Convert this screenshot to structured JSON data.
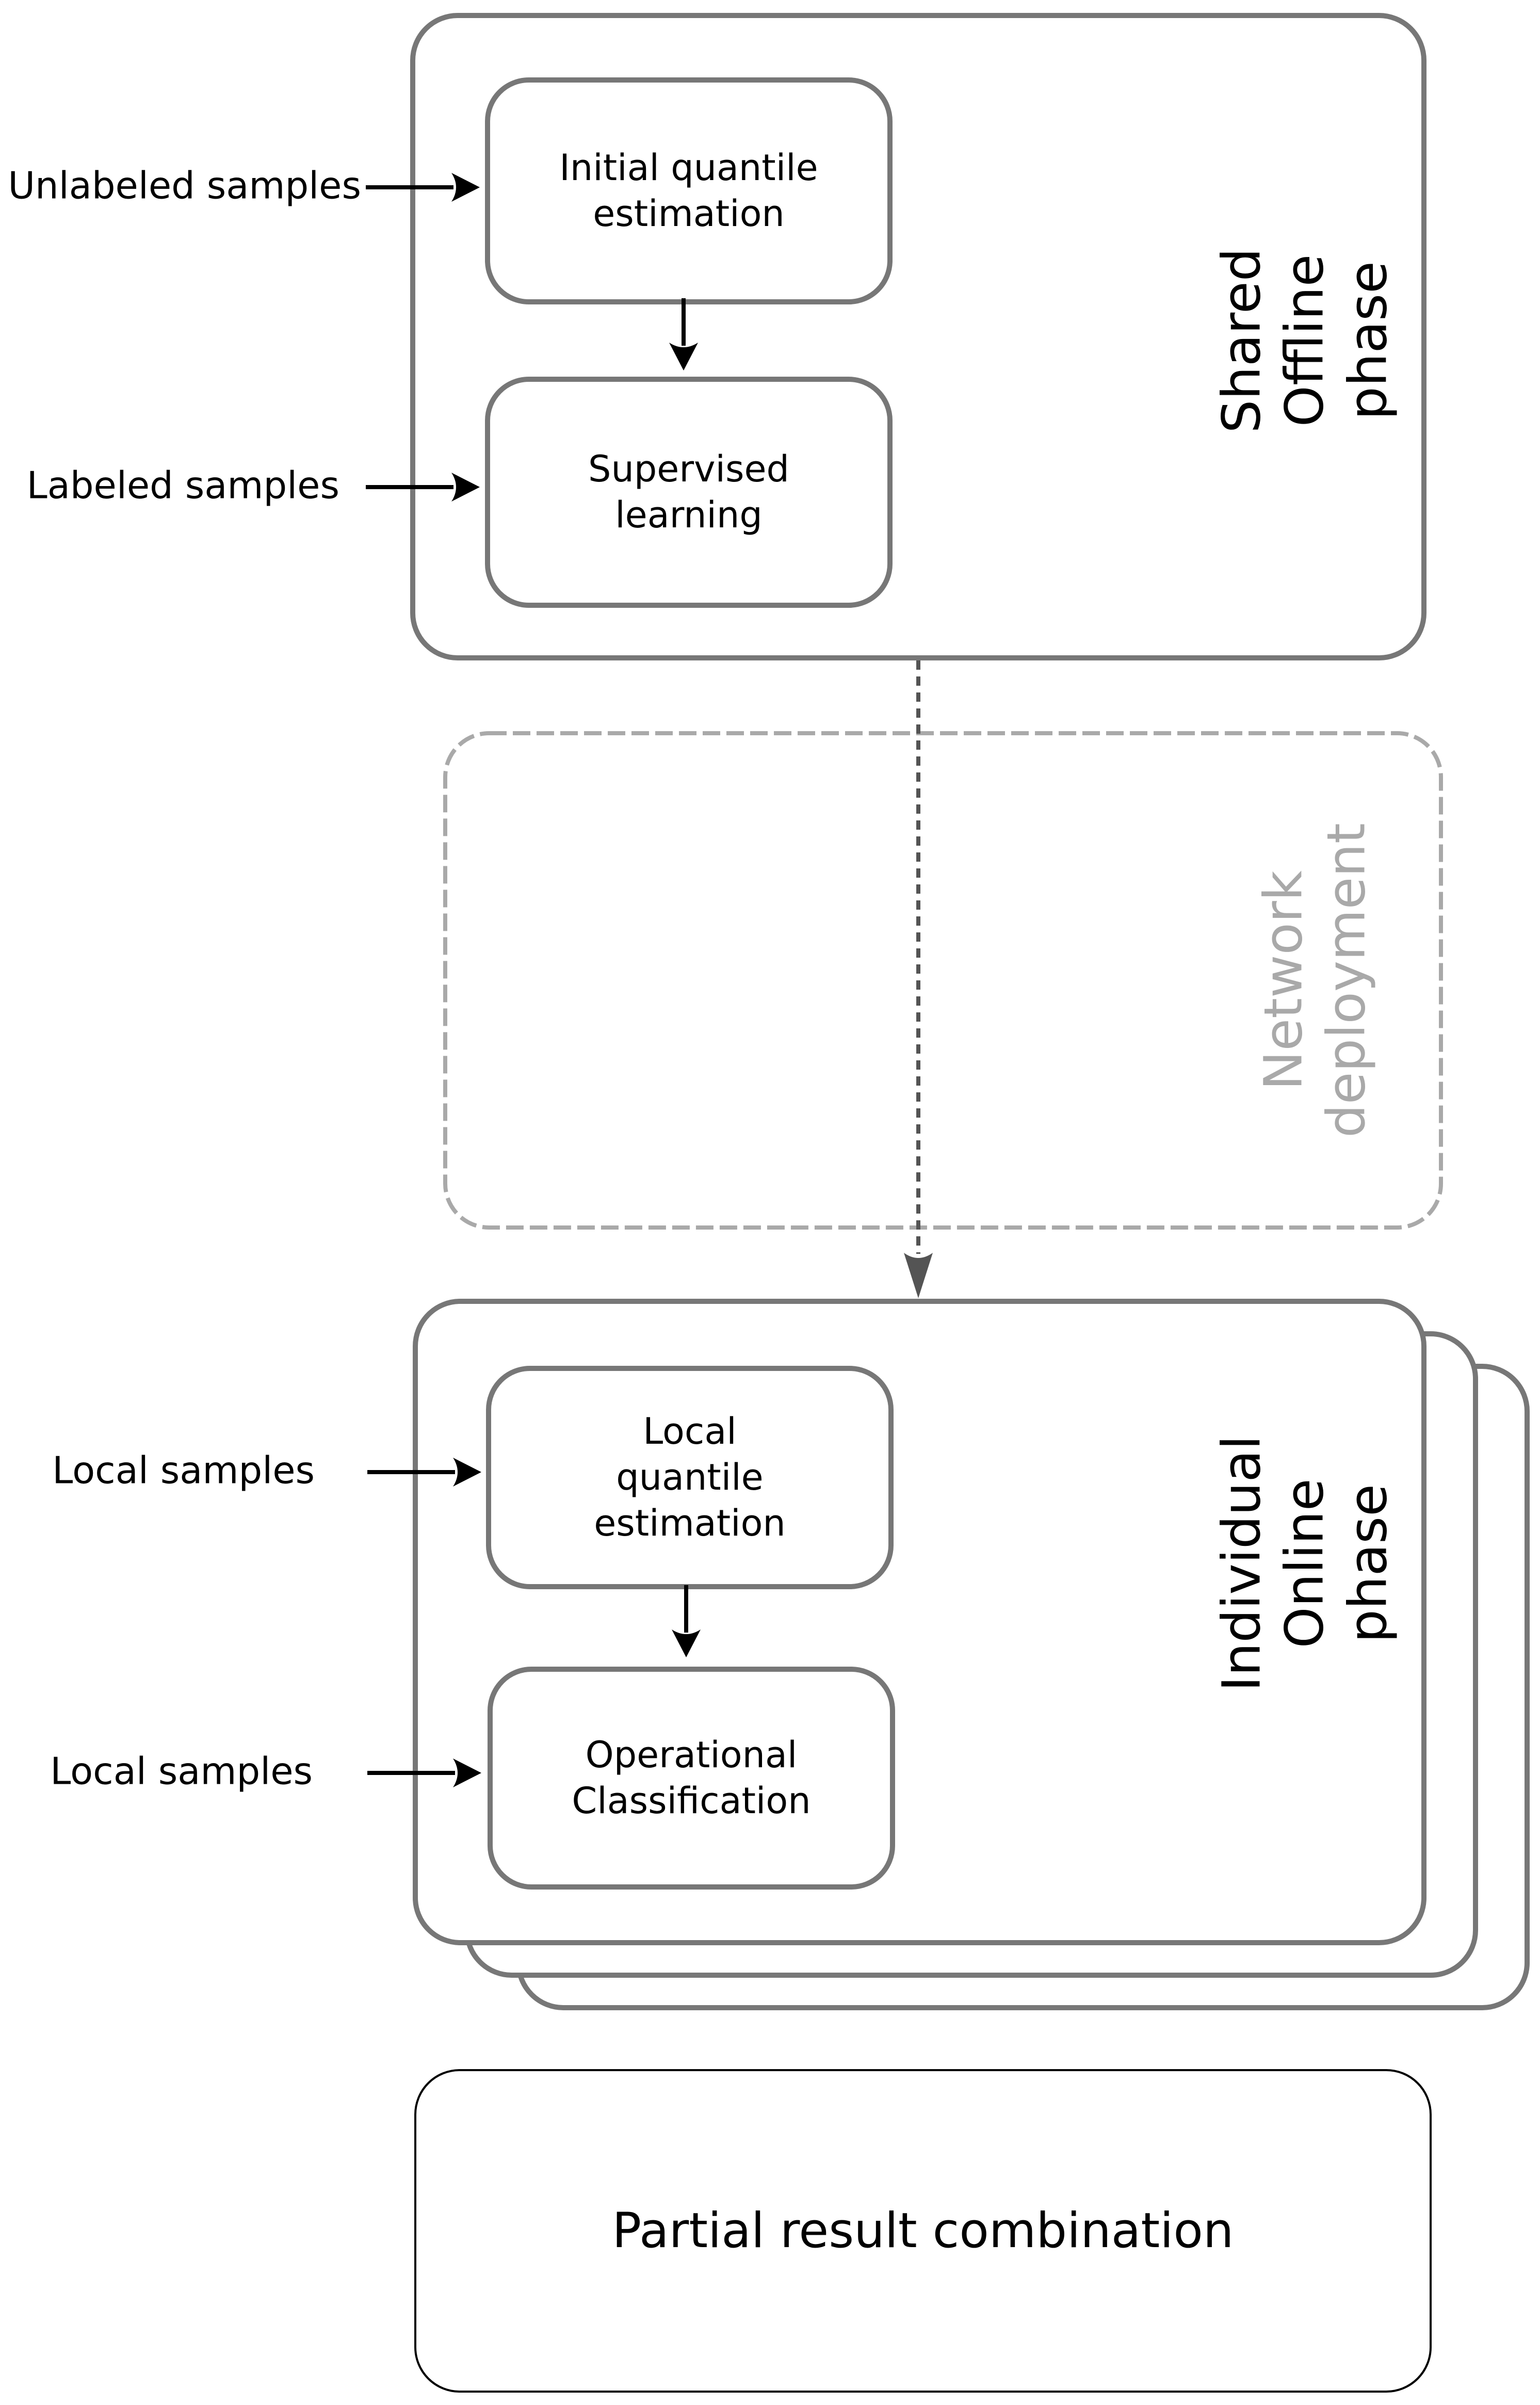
{
  "offline_phase": {
    "phase_label": "Shared\nOffline phase",
    "input_unlabeled": "Unlabeled samples",
    "input_labeled": "Labeled samples",
    "step1": "Initial quantile\nestimation",
    "step2": "Supervised\nlearning"
  },
  "deployment_phase": {
    "phase_label": "Network\ndeployment"
  },
  "online_phase": {
    "phase_label": "Individual\nOnline phase",
    "input_local_1": "Local samples",
    "input_local_2": "Local samples",
    "step1": "Local\nquantile\nestimation",
    "step2": "Operational\nClassification"
  },
  "combination": {
    "label": "Partial result combination"
  },
  "colors": {
    "solid_box_border": "#777777",
    "dashed_box_border": "#a9a9a9",
    "deployment_label": "#a9a9a9",
    "dashed_arrow": "#545454",
    "black": "#000000",
    "background": "#ffffff"
  }
}
